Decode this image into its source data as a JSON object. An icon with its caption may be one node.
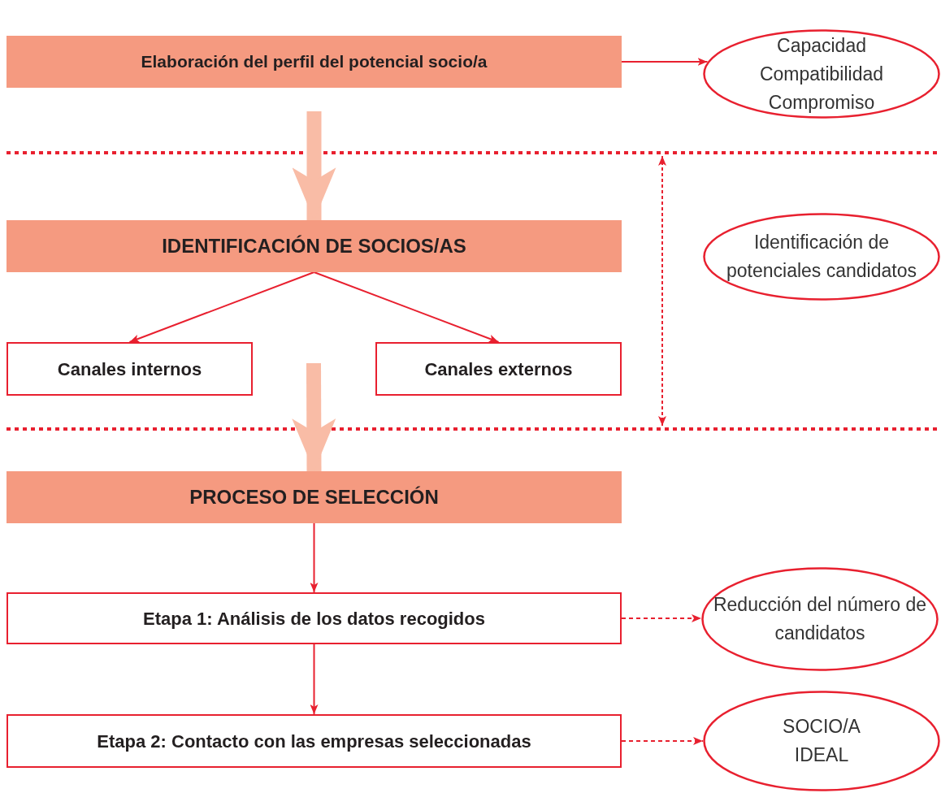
{
  "diagram": {
    "nodes": [
      {
        "text": [
          "Elaboración del perfil del potencial socio/a"
        ]
      },
      {
        "text": [
          "Capacidad Compatibilidad Compromiso"
        ]
      },
      {
        "text": [
          "IDENTIFICACIÓN DE SOCIOS/AS"
        ]
      },
      {
        "text": [
          "Identificación de potenciales candidatos"
        ]
      },
      {
        "text": [
          "Canales internos"
        ]
      },
      {
        "text": [
          "Canales externos"
        ]
      },
      {
        "text": [
          "PROCESO DE SELECCIÓN"
        ]
      },
      {
        "text": [
          "Etapa 1: Análisis de los datos recogidos"
        ]
      },
      {
        "text": [
          "Reducción del número de candidatos"
        ]
      },
      {
        "text": [
          "Etapa 2: Contacto con las empresas seleccionadas"
        ]
      },
      {
        "text": [
          "SOCIO/A IDEAL"
        ]
      }
    ],
    "edges": [
      {
        "from": 0,
        "to": 1,
        "arrow": "to"
      },
      {
        "from": 0,
        "to": 2,
        "arrow": "to",
        "style": "thick",
        "color": "#f9bca6"
      },
      {
        "from": 2,
        "to": 4,
        "arrow": "to"
      },
      {
        "from": 2,
        "to": 5,
        "arrow": "to"
      },
      {
        "from": null,
        "to": 6,
        "arrow": "to",
        "style": "thick",
        "color": "#f9bca6"
      },
      {
        "from": 6,
        "to": 7,
        "arrow": "to"
      },
      {
        "from": 7,
        "to": 8,
        "arrow": "to",
        "style": "dashed"
      },
      {
        "from": 7,
        "to": 9,
        "arrow": "to"
      },
      {
        "from": 9,
        "to": 10,
        "arrow": "to",
        "style": "dashed"
      }
    ]
  }
}
